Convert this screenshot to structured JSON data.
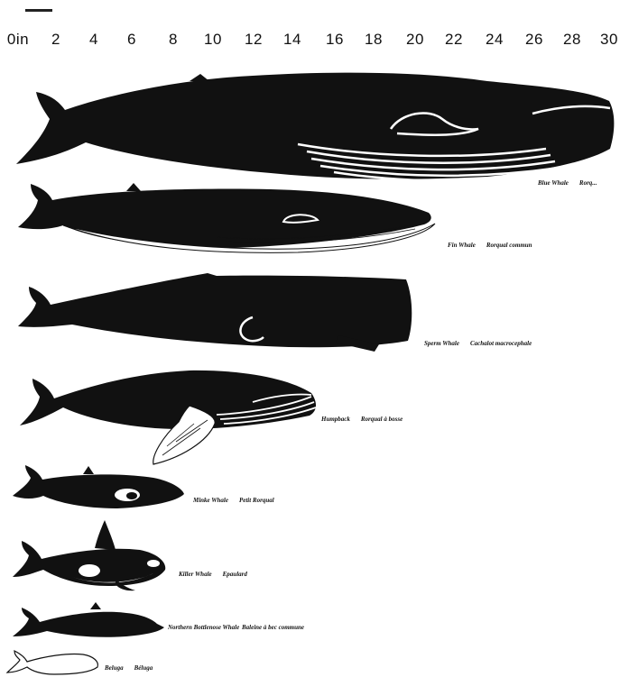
{
  "scale": {
    "unit_label": "0in",
    "ticks": [
      "2",
      "4",
      "6",
      "8",
      "10",
      "12",
      "14",
      "16",
      "18",
      "20",
      "22",
      "24",
      "26",
      "28",
      "30"
    ]
  },
  "whales": [
    {
      "id": "blue",
      "common": "Blue Whale",
      "latin": "Rorq..."
    },
    {
      "id": "fin",
      "common": "Fin Whale",
      "latin": "Rorqual commun"
    },
    {
      "id": "sperm",
      "common": "Sperm Whale",
      "latin": "Cachalot macrocephale"
    },
    {
      "id": "humpback",
      "common": "Humpback",
      "latin": "Rorqual à bosse"
    },
    {
      "id": "minke",
      "common": "Minke Whale",
      "latin": "Petit Rorqual"
    },
    {
      "id": "killer",
      "common": "Killer Whale",
      "latin": "Epaulard"
    },
    {
      "id": "bottlenose",
      "common": "Northern Bottlenose Whale",
      "latin": "Baleine à bec commune"
    },
    {
      "id": "beluga",
      "common": "Beluga",
      "latin": "Béluga"
    }
  ],
  "colors": {
    "ink": "#111111",
    "paper": "#ffffff"
  }
}
